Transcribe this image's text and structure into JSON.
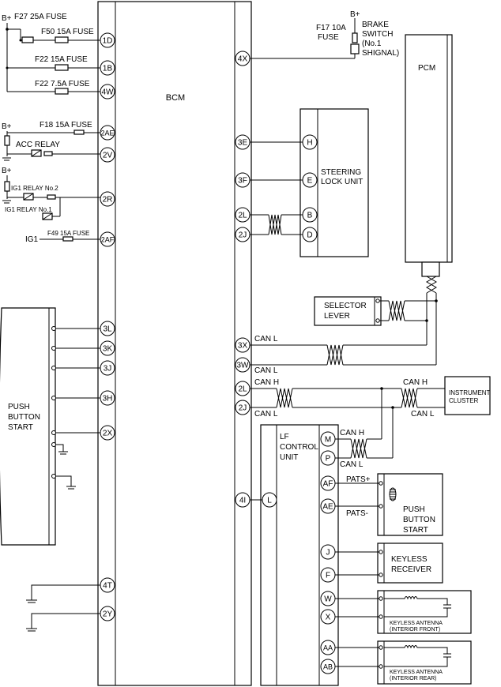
{
  "components": {
    "bcm": "BCM",
    "pcm": "PCM",
    "steering_lock": [
      "STEERING",
      "LOCK UNIT"
    ],
    "selector_lever": [
      "SELECTOR",
      "LEVER"
    ],
    "instrument_cluster": [
      "INSTRUMENT",
      "CLUSTER"
    ],
    "lf_control_unit": [
      "LF",
      "CONTROL",
      "UNIT"
    ],
    "push_button_start_left": [
      "PUSH",
      "BUTTON",
      "START"
    ],
    "push_button_start_right": [
      "PUSH",
      "BUTTON",
      "START"
    ],
    "keyless_receiver": [
      "KEYLESS",
      "RECEIVER"
    ],
    "antenna_front": [
      "KEYLESS ANTENNA",
      "(INTERIOR FRONT)"
    ],
    "antenna_rear": [
      "KEYLESS ANTENNA",
      "(INTERIOR REAR)"
    ],
    "acc_relay": "ACC RELAY",
    "ig1_relay_2": "IG1 RELAY No.2",
    "ig1_relay_1": "IG1 RELAY No.1",
    "brake_switch": [
      "BRAKE",
      "SWITCH",
      "(No.1",
      "SHIGNAL)"
    ]
  },
  "fuses": {
    "f27": "F27 25A FUSE",
    "f50": "F50 15A FUSE",
    "f22a": "F22 15A FUSE",
    "f22b": "F22 7.5A FUSE",
    "f18": "F18 15A FUSE",
    "f49": "F49 15A FUSE",
    "f17": [
      "F17 10A",
      "FUSE"
    ]
  },
  "power": {
    "b_plus": "B+",
    "ig1": "IG1"
  },
  "bcm_left_pins": [
    "1D",
    "1B",
    "4W",
    "2AE",
    "2V",
    "2R",
    "2AF",
    "3L",
    "3K",
    "3J",
    "3H",
    "2X",
    "4T",
    "2Y"
  ],
  "bcm_right_pins": [
    "4X",
    "3E",
    "3F",
    "2L",
    "2J",
    "3X",
    "3W",
    "2L",
    "2J",
    "4I"
  ],
  "steering_pins": [
    "H",
    "E",
    "B",
    "D"
  ],
  "lf_left_pin": "L",
  "lf_right_pins": [
    "M",
    "P",
    "AF",
    "AE",
    "J",
    "F",
    "W",
    "X",
    "AA",
    "AB"
  ],
  "signals": {
    "can_l": "CAN L",
    "can_h": "CAN H",
    "pats_plus": "PATS+",
    "pats_minus": "PATS-"
  }
}
